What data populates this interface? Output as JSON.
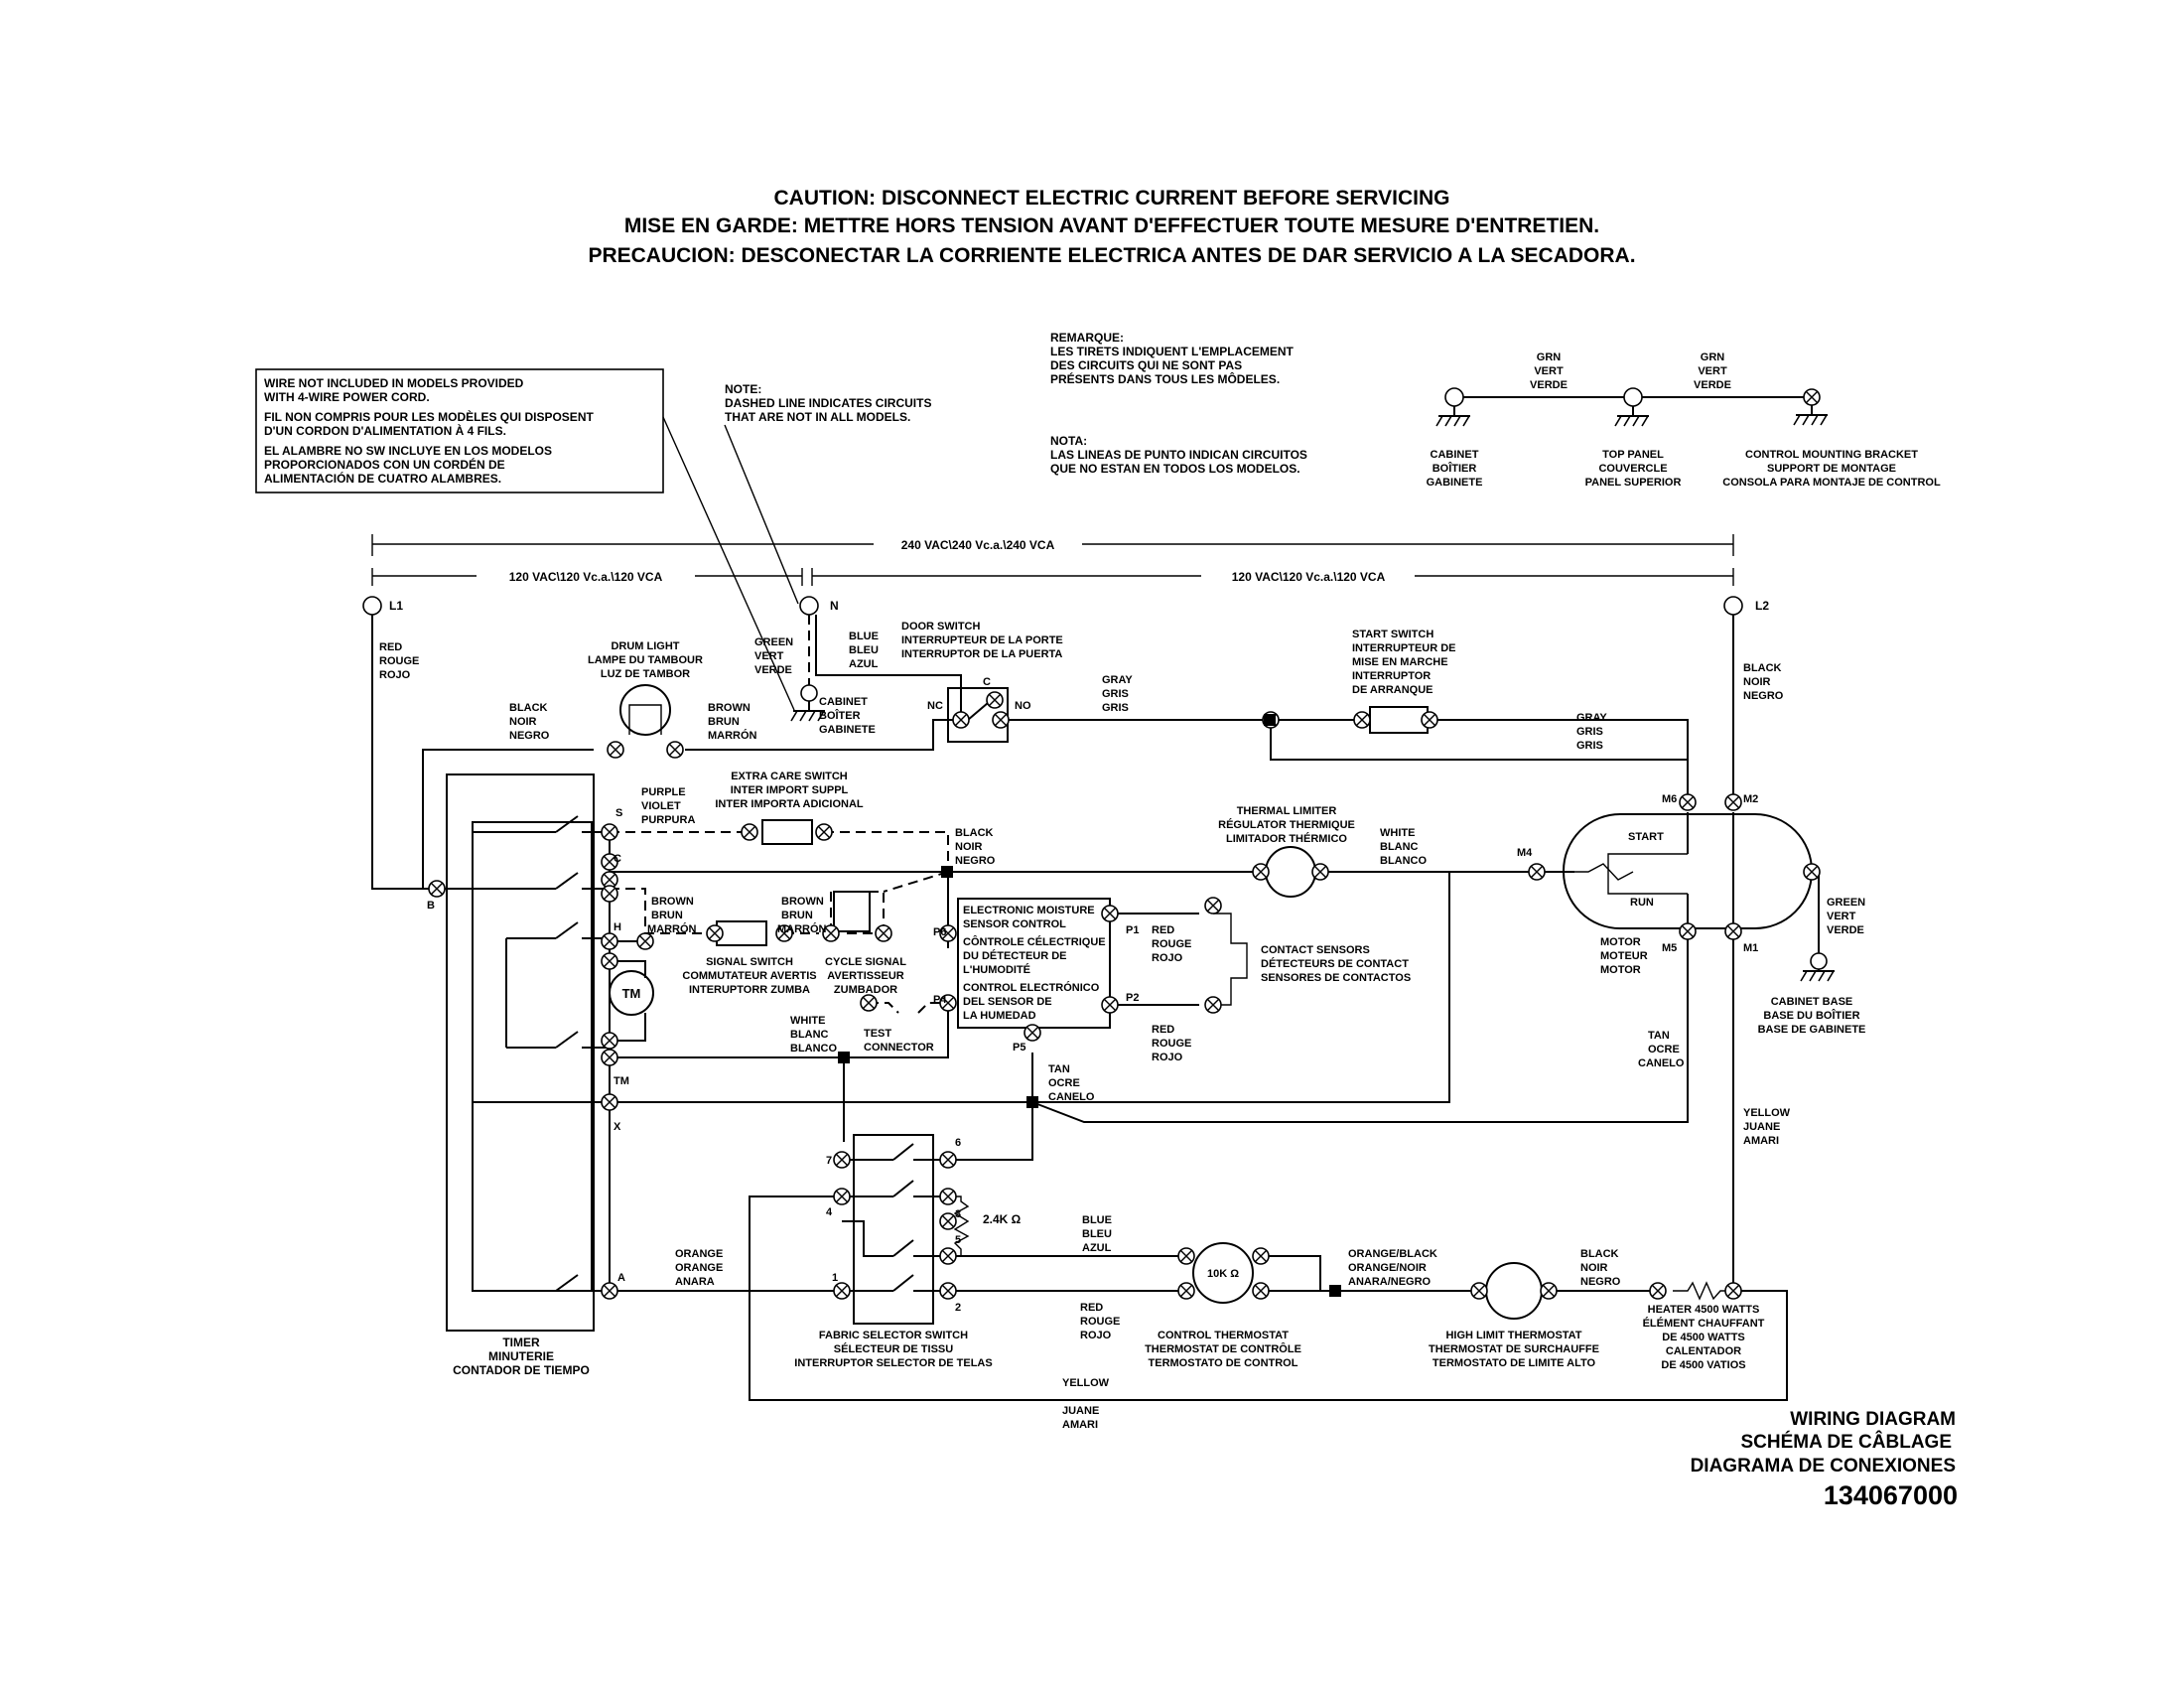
{
  "caution": {
    "line1": "CAUTION: DISCONNECT ELECTRIC CURRENT BEFORE SERVICING",
    "line2": "MISE EN GARDE: METTRE HORS TENSION AVANT D'EFFECTUER TOUTE MESURE D'ENTRETIEN.",
    "line3": "PRECAUCION: DESCONECTAR LA CORRIENTE ELECTRICA ANTES DE DAR SERVICIO A LA SECADORA."
  },
  "wire_note": [
    "WIRE NOT INCLUDED IN MODELS PROVIDED",
    "WITH 4-WIRE POWER CORD.",
    "FIL NON COMPRIS POUR LES MODÈLES QUI DISPOSENT",
    "D'UN CORDON D'ALIMENTATION À 4 FILS.",
    "EL ALAMBRE NO SW INCLUYE EN LOS MODELOS",
    "PROPORCIONADOS CON UN CORDÉN DE",
    "ALIMENTACIÓN DE CUATRO ALAMBRES."
  ],
  "note_en": [
    "NOTE:",
    "DASHED LINE INDICATES CIRCUITS",
    "THAT ARE NOT IN ALL MODELS."
  ],
  "remarque": [
    "REMARQUE:",
    "LES TIRETS INDIQUENT L'EMPLACEMENT",
    "DES CIRCUITS QUI NE SONT PAS",
    "PRÉSENTS DANS TOUS LES MÔDELES."
  ],
  "nota": [
    "NOTA:",
    "LAS LINEAS DE PUNTO INDICAN CIRCUITOS",
    "QUE NO ESTAN EN TODOS LOS MODELOS."
  ],
  "ground_legend": {
    "wire_colors_a": [
      "GRN",
      "VERT",
      "VERDE"
    ],
    "wire_colors_b": [
      "GRN",
      "VERT",
      "VERDE"
    ],
    "cabinet": [
      "CABINET",
      "BOÎTIER",
      "GABINETE"
    ],
    "top_panel": [
      "TOP PANEL",
      "COUVERCLE",
      "PANEL SUPERIOR"
    ],
    "bracket": [
      "CONTROL MOUNTING BRACKET",
      "SUPPORT DE MONTAGE",
      "CONSOLA PARA MONTAJE DE CONTROL"
    ]
  },
  "voltages": {
    "v240": "240 VAC\\240 Vc.a.\\240 VCA",
    "v120_left": "120 VAC\\120 Vc.a.\\120 VCA",
    "v120_right": "120 VAC\\120 Vc.a.\\120 VCA"
  },
  "terminals": {
    "l1": "L1",
    "n": "N",
    "l2": "L2"
  },
  "wire_labels": {
    "red_l1": [
      "RED",
      "ROUGE",
      "ROJO"
    ],
    "black_lamp": [
      "BLACK",
      "NOIR",
      "NEGRO"
    ],
    "brown_lamp": [
      "BROWN",
      "BRUN",
      "MARRÓN"
    ],
    "green_n": [
      "GREEN",
      "VERT",
      "VERDE"
    ],
    "cabinet_n": [
      "CABINET",
      "BOÎTER",
      "GABINETE"
    ],
    "blue_door": [
      "BLUE",
      "BLEU",
      "AZUL"
    ],
    "gray_door": [
      "GRAY",
      "GRIS",
      "GRIS"
    ],
    "gray_motor": [
      "GRAY",
      "GRIS",
      "GRIS"
    ],
    "black_l2": [
      "BLACK",
      "NOIR",
      "NEGRO"
    ],
    "purple": [
      "PURPLE",
      "VIOLET",
      "PURPURA"
    ],
    "black_c": [
      "BLACK",
      "NOIR",
      "NEGRO"
    ],
    "white_motor": [
      "WHITE",
      "BLANC",
      "BLANCO"
    ],
    "brown_h": [
      "BROWN",
      "BRUN",
      "MARRÓN"
    ],
    "brown_cycle": [
      "BROWN",
      "BRUN",
      "MARRÓN"
    ],
    "red_p1": [
      "RED",
      "ROUGE",
      "ROJO"
    ],
    "red_p2": [
      "RED",
      "ROUGE",
      "ROJO"
    ],
    "white_mid": [
      "WHITE",
      "BLANC",
      "BLANCO"
    ],
    "tan_mid": [
      "TAN",
      "OCRE",
      "CANELO"
    ],
    "tan_right": [
      "TAN",
      "OCRE",
      "CANELO"
    ],
    "green_motor": [
      "GREEN",
      "VERT",
      "VERDE"
    ],
    "yellow_right": [
      "YELLOW",
      "JUANE",
      "AMARI"
    ],
    "orange_a": [
      "ORANGE",
      "ORANGE",
      "ANARA"
    ],
    "blue_bottom": [
      "BLUE",
      "BLEU",
      "AZUL"
    ],
    "red_bottom": [
      "RED",
      "ROUGE",
      "ROJO"
    ],
    "orange_black": [
      "ORANGE/BLACK",
      "ORANGE/NOIR",
      "ANARA/NEGRO"
    ],
    "black_heater": [
      "BLACK",
      "NOIR",
      "NEGRO"
    ],
    "yellow_bottom": [
      "YELLOW",
      "JUANE",
      "AMARI"
    ]
  },
  "components": {
    "drum_light": [
      "DRUM LIGHT",
      "LAMPE DU TAMBOUR",
      "LUZ DE TAMBOR"
    ],
    "door_switch": [
      "DOOR SWITCH",
      "INTERRUPTEUR DE LA PORTE",
      "INTERRUPTOR DE LA PUERTA"
    ],
    "start_switch": [
      "START SWITCH",
      "INTERRUPTEUR DE",
      "MISE EN MARCHE",
      "INTERRUPTOR",
      "DE ARRANQUE"
    ],
    "extra_care": [
      "EXTRA CARE SWITCH",
      "INTER IMPORT SUPPL",
      "INTER IMPORTA ADICIONAL"
    ],
    "thermal_limiter": [
      "THERMAL LIMITER",
      "RÉGULATOR THERMIQUE",
      "LIMITADOR THÉRMICO"
    ],
    "signal_switch": [
      "SIGNAL SWITCH",
      "COMMUTATEUR AVERTIS",
      "INTERUPTORR ZUMBA"
    ],
    "cycle_signal": [
      "CYCLE SIGNAL",
      "AVERTISSEUR",
      "ZUMBADOR"
    ],
    "test_connector": [
      "TEST",
      "CONNECTOR"
    ],
    "emsc": [
      "ELECTRONIC MOISTURE",
      "SENSOR CONTROL",
      "CÔNTROLE CÉLECTRIQUE",
      "DU DÉTECTEUR DE",
      "L'HUMODITÉ",
      "CONTROL ELECTRÓNICO",
      "DEL SENSOR DE",
      "LA HUMEDAD"
    ],
    "contact_sensors": [
      "CONTACT SENSORS",
      "DÉTECTEURS DE CONTACT",
      "SENSORES DE CONTACTOS"
    ],
    "motor": [
      "MOTOR",
      "MOTEUR",
      "MOTOR"
    ],
    "motor_start": "START",
    "motor_run": "RUN",
    "cabinet_base": [
      "CABINET BASE",
      "BASE DU BOÎTIER",
      "BASE DE GABINETE"
    ],
    "timer": [
      "TIMER",
      "MINUTERIE",
      "CONTADOR DE TIEMPO"
    ],
    "timer_motor": "TM",
    "fabric_selector": [
      "FABRIC SELECTOR SWITCH",
      "SÉLECTEUR DE TISSU",
      "INTERRUPTOR SELECTOR DE TELAS"
    ],
    "resistor": "2.4K  Ω",
    "control_thermostat": [
      "CONTROL THERMOSTAT",
      "THERMOSTAT DE CONTRÔLE",
      "TERMOSTATO DE CONTROL"
    ],
    "ct_resistor": "10K  Ω",
    "high_limit": [
      "HIGH LIMIT THERMOSTAT",
      "THERMOSTAT DE SURCHAUFFE",
      "TERMOSTATO DE LIMITE ALTO"
    ],
    "heater": [
      "HEATER 4500 WATTS",
      "ÉLÉMENT CHAUFFANT",
      "DE 4500 WATTS",
      "CALENTADOR",
      "DE 4500 VATIOS"
    ]
  },
  "pins": {
    "c": "C",
    "nc": "NC",
    "no": "NO",
    "s": "S",
    "tc": "C",
    "h": "H",
    "tm": "TM",
    "x": "X",
    "a": "A",
    "b": "B",
    "p6": "P6",
    "p4": "P4",
    "p5": "P5",
    "p1": "P1",
    "p2": "P2",
    "m6": "M6",
    "m2": "M2",
    "m4": "M4",
    "m5": "M5",
    "m1": "M1",
    "f7": "7",
    "f6": "6",
    "f4": "4",
    "f3": "3",
    "f5": "5",
    "f1": "1",
    "f2": "2"
  },
  "footer": {
    "title1": "WIRING DIAGRAM",
    "title2": "SCHÉMA DE CÂBLAGE",
    "title3": "DIAGRAMA DE CONEXIONES",
    "part_number": "134067000"
  }
}
